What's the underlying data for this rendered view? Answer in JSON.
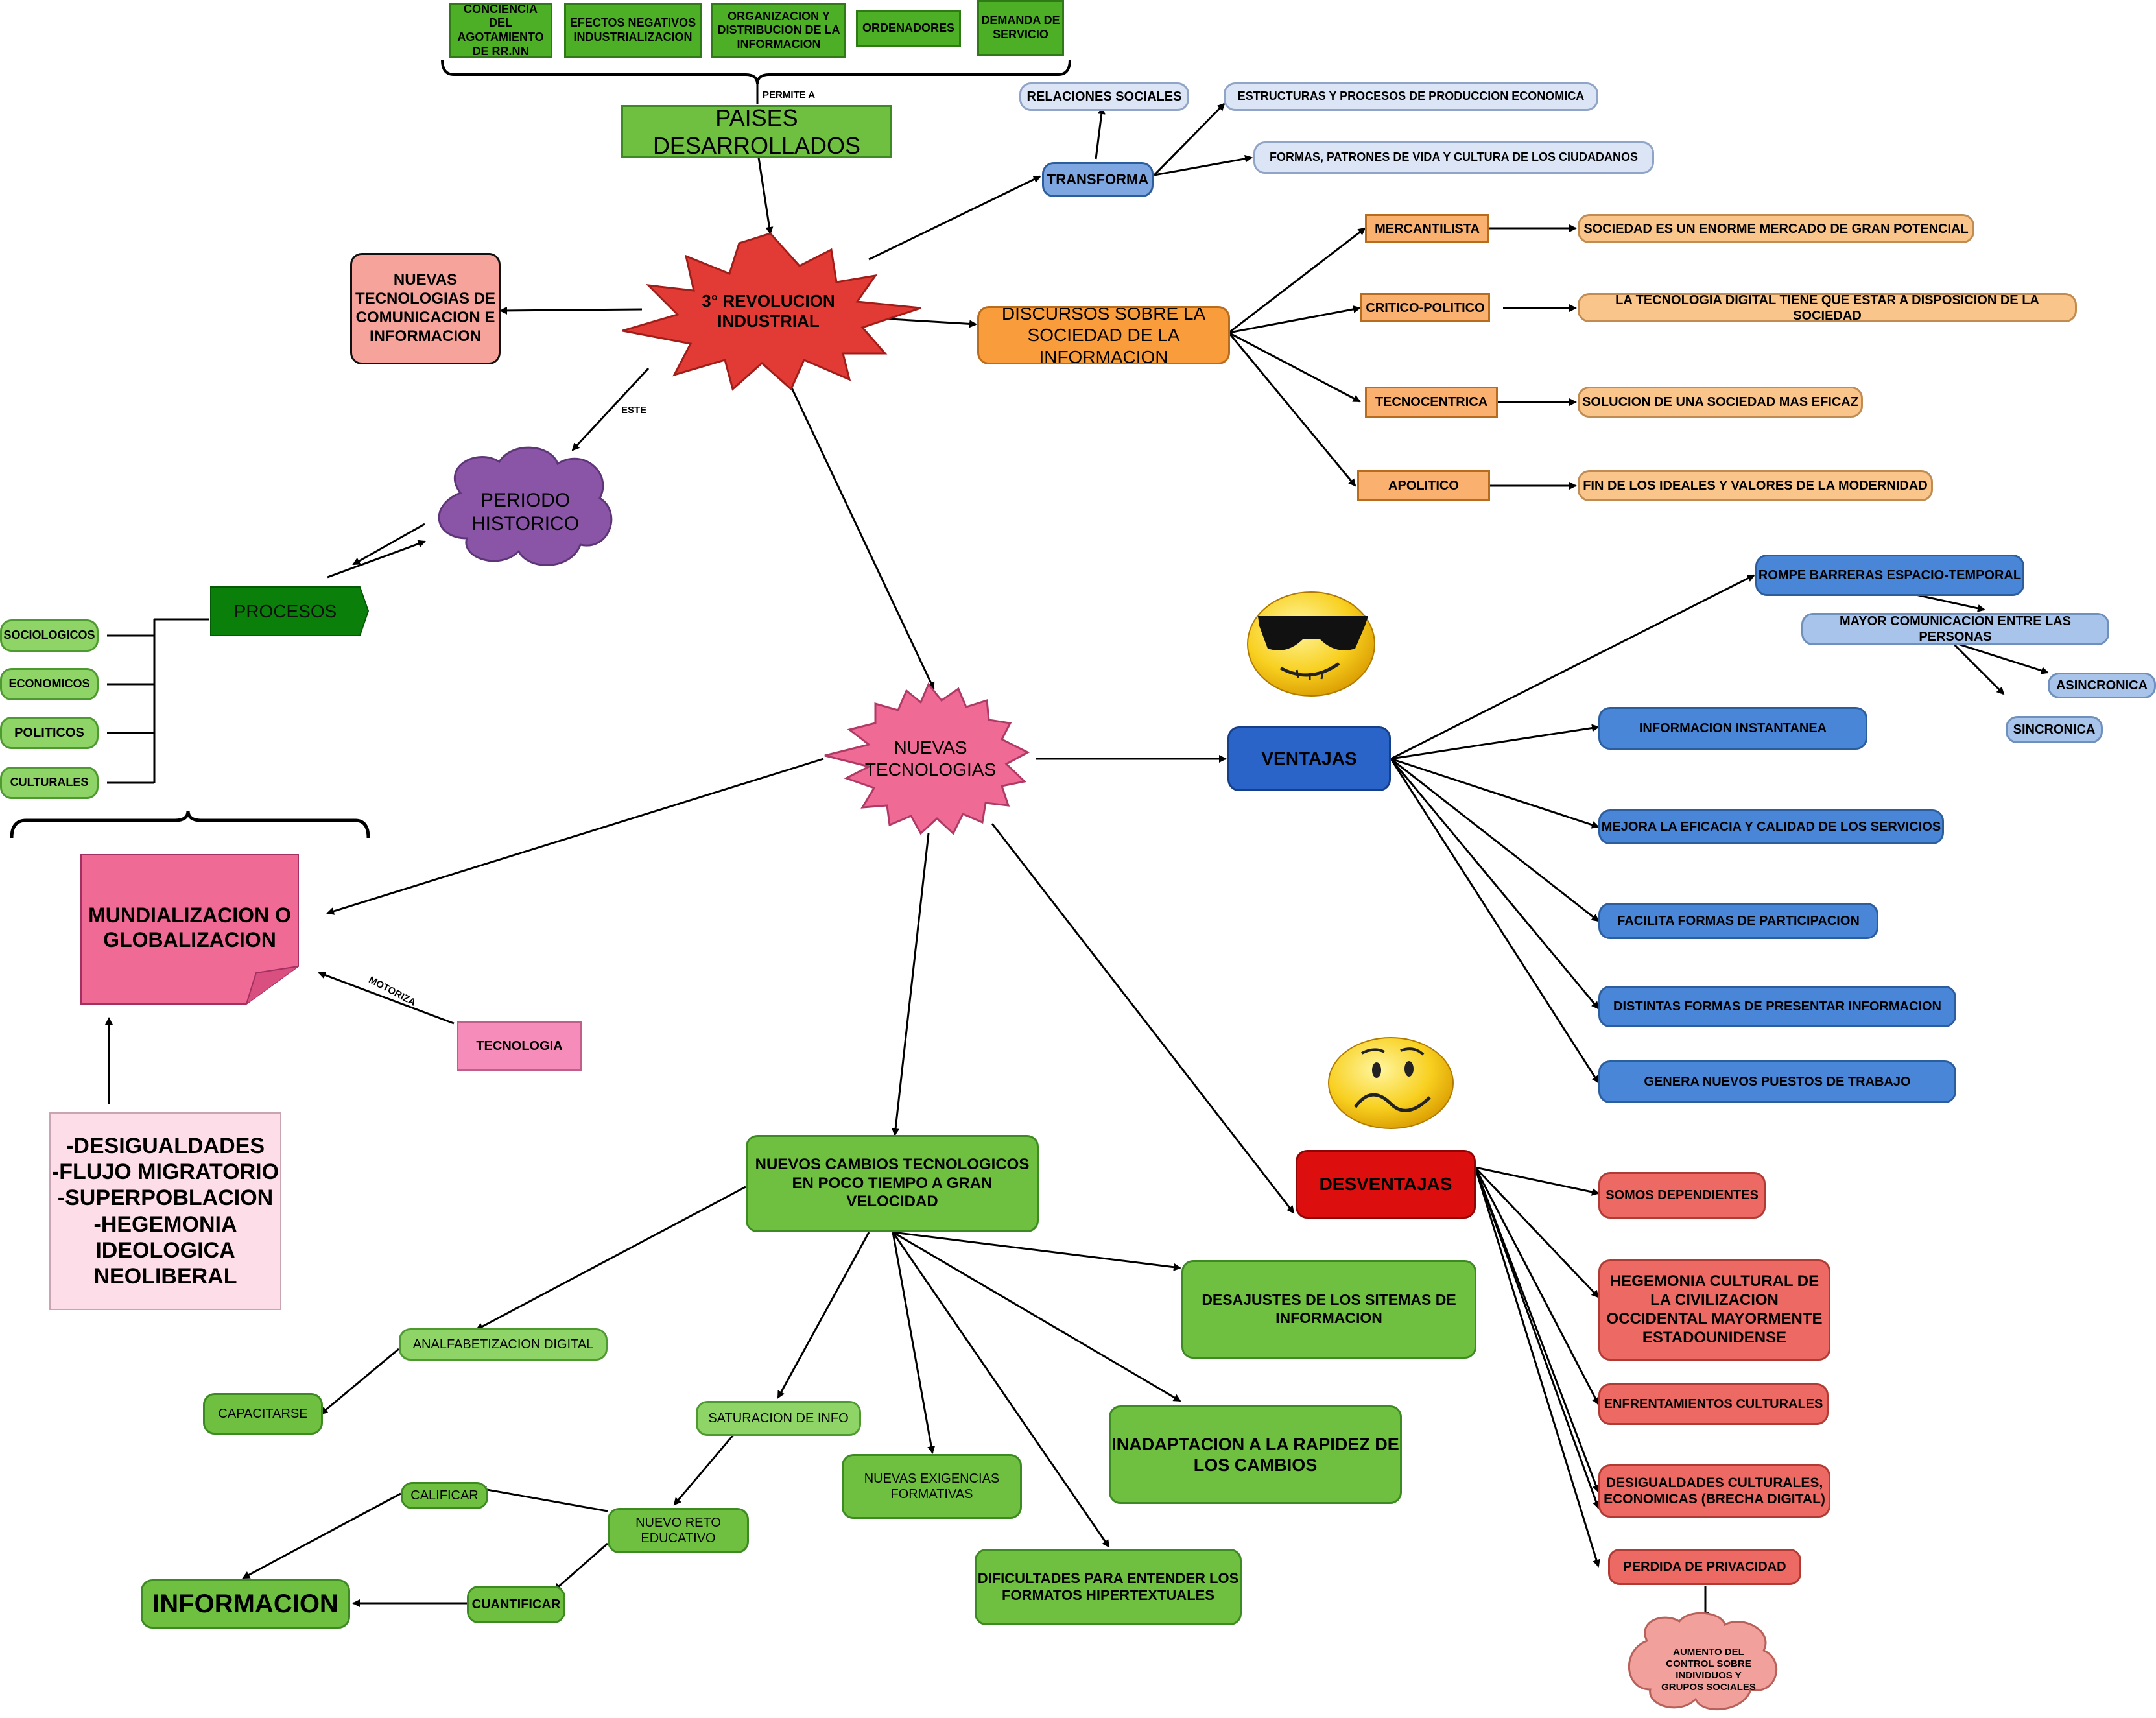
{
  "top_boxes": [
    "CONCIENCIA DEL AGOTAMIENTO DE RR.NN",
    "EFECTOS NEGATIVOS INDUSTRIALIZACION",
    "ORGANIZACION Y DISTRIBUCION DE LA INFORMACION",
    "ORDENADORES",
    "DEMANDA DE SERVICIO"
  ],
  "permite_label": "PERMITE A",
  "paises": "PAISES DESARROLLADOS",
  "revolucion": "3° REVOLUCION INDUSTRIAL",
  "nuevas_tic": "NUEVAS TECNOLOGIAS DE COMUNICACION E INFORMACION",
  "este_label": "ESTE",
  "periodo": "PERIODO HISTORICO",
  "procesos": "PROCESOS",
  "procesos_items": [
    "SOCIOLOGICOS",
    "ECONOMICOS",
    "POLITICOS",
    "CULTURALES"
  ],
  "transforma": "TRANSFORMA",
  "transforma_items": [
    "RELACIONES SOCIALES",
    "ESTRUCTURAS Y PROCESOS DE PRODUCCION ECONOMICA",
    "FORMAS, PATRONES DE VIDA Y CULTURA DE LOS CIUDADANOS"
  ],
  "discursos": "DISCURSOS SOBRE LA SOCIEDAD DE LA INFORMACION",
  "discursos_items": [
    {
      "tipo": "MERCANTILISTA",
      "desc": "SOCIEDAD ES UN ENORME MERCADO DE GRAN POTENCIAL"
    },
    {
      "tipo": "CRITICO-POLITICO",
      "desc": "LA TECNOLOGIA DIGITAL TIENE QUE ESTAR A DISPOSICION DE LA SOCIEDAD"
    },
    {
      "tipo": "TECNOCENTRICA",
      "desc": "SOLUCION DE UNA SOCIEDAD MAS EFICAZ"
    },
    {
      "tipo": "APOLITICO",
      "desc": "FIN DE LOS IDEALES Y VALORES DE LA MODERNIDAD"
    }
  ],
  "nuevas_tecnologias": "NUEVAS TECNOLOGIAS",
  "ventajas": "VENTAJAS",
  "ventajas_items": [
    "ROMPE BARRERAS ESPACIO-TEMPORAL",
    "MAYOR COMUNICACION ENTRE LAS PERSONAS",
    "ASINCRONICA",
    "SINCRONICA",
    "INFORMACION INSTANTANEA",
    "MEJORA LA EFICACIA Y CALIDAD DE LOS SERVICIOS",
    "FACILITA FORMAS DE PARTICIPACION",
    "DISTINTAS FORMAS DE PRESENTAR INFORMACION",
    "GENERA NUEVOS PUESTOS DE TRABAJO"
  ],
  "desventajas": "DESVENTAJAS",
  "desventajas_items": [
    "SOMOS DEPENDIENTES",
    "HEGEMONIA CULTURAL DE LA CIVILIZACION OCCIDENTAL MAYORMENTE ESTADOUNIDENSE",
    "ENFRENTAMIENTOS CULTURALES",
    "DESIGUALDADES CULTURALES, ECONOMICAS (BRECHA DIGITAL)",
    "PERDIDA DE PRIVACIDAD",
    "AUMENTO DEL CONTROL SOBRE INDIVIDUOS Y GRUPOS SOCIALES"
  ],
  "mundializacion": "MUNDIALIZACION O GLOBALIZACION",
  "motoriza_label": "MOTORIZA",
  "tecnologia": "TECNOLOGIA",
  "consecuencias": [
    "-DESIGUALDADES",
    "-FLUJO MIGRATORIO",
    "-SUPERPOBLACION",
    "-HEGEMONIA IDEOLOGICA NEOLIBERAL"
  ],
  "cambios": "NUEVOS CAMBIOS TECNOLOGICOS EN POCO TIEMPO A GRAN VELOCIDAD",
  "cambios_items": {
    "analfabetizacion": "ANALFABETIZACION DIGITAL",
    "capacitarse": "CAPACITARSE",
    "saturacion": "SATURACION DE INFO",
    "nuevo_reto": "NUEVO RETO EDUCATIVO",
    "calificar": "CALIFICAR",
    "cuantificar": "CUANTIFICAR",
    "informacion": "INFORMACION",
    "exigencias": "NUEVAS EXIGENCIAS FORMATIVAS",
    "dificultades": "DIFICULTADES PARA ENTENDER LOS FORMATOS HIPERTEXTUALES",
    "inadaptacion": "INADAPTACION A LA RAPIDEZ DE LOS CAMBIOS",
    "desajustes": "DESAJUSTES DE LOS SITEMAS DE INFORMACION"
  },
  "colors": {
    "green": "#6fc041",
    "red_star": "#e23a34",
    "pink_star": "#f06a96",
    "purple_cloud": "#8a55a6",
    "blue": "#4a86d8",
    "orange": "#f89c3c",
    "red": "#ec6a63",
    "desventajas": "#dd0e0e",
    "ventajas": "#2a64c8"
  },
  "icons": [
    "cool-sunglasses-emoji-icon",
    "worried-emoji-icon"
  ]
}
